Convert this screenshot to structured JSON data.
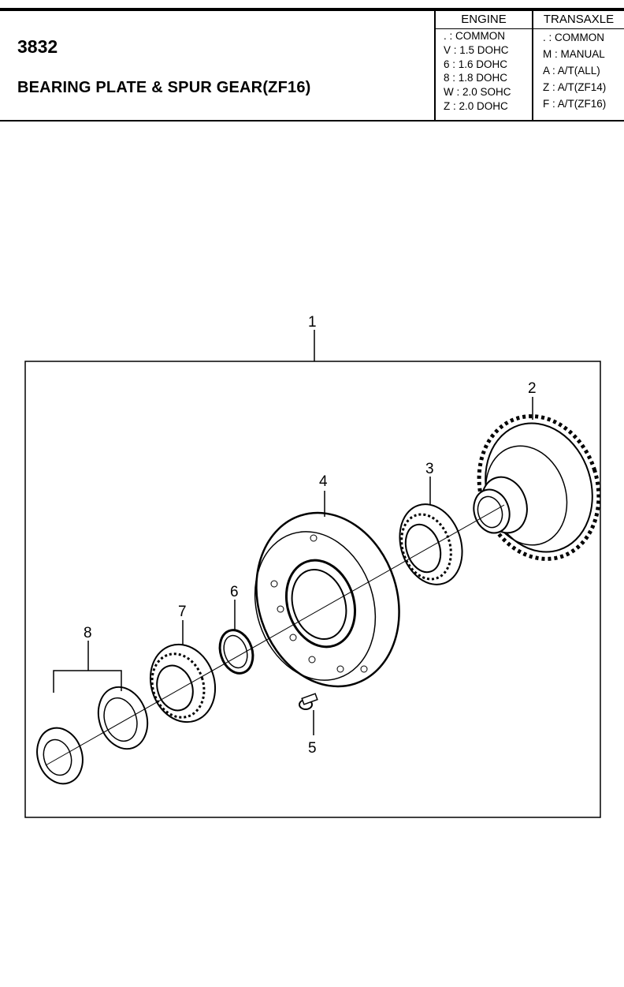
{
  "header": {
    "code": "3832",
    "title": "BEARING PLATE & SPUR GEAR(ZF16)"
  },
  "engine": {
    "heading": "ENGINE",
    "rows": [
      ". : COMMON",
      "V : 1.5 DOHC",
      "6 : 1.6 DOHC",
      "8 : 1.8 DOHC",
      "W : 2.0 SOHC",
      "Z : 2.0 DOHC"
    ]
  },
  "transaxle": {
    "heading": "TRANSAXLE",
    "rows": [
      ". : COMMON",
      "M : MANUAL",
      "A : A/T(ALL)",
      "Z : A/T(ZF14)",
      "F : A/T(ZF16)"
    ]
  },
  "callouts": [
    "1",
    "2",
    "3",
    "4",
    "5",
    "6",
    "7",
    "8"
  ]
}
